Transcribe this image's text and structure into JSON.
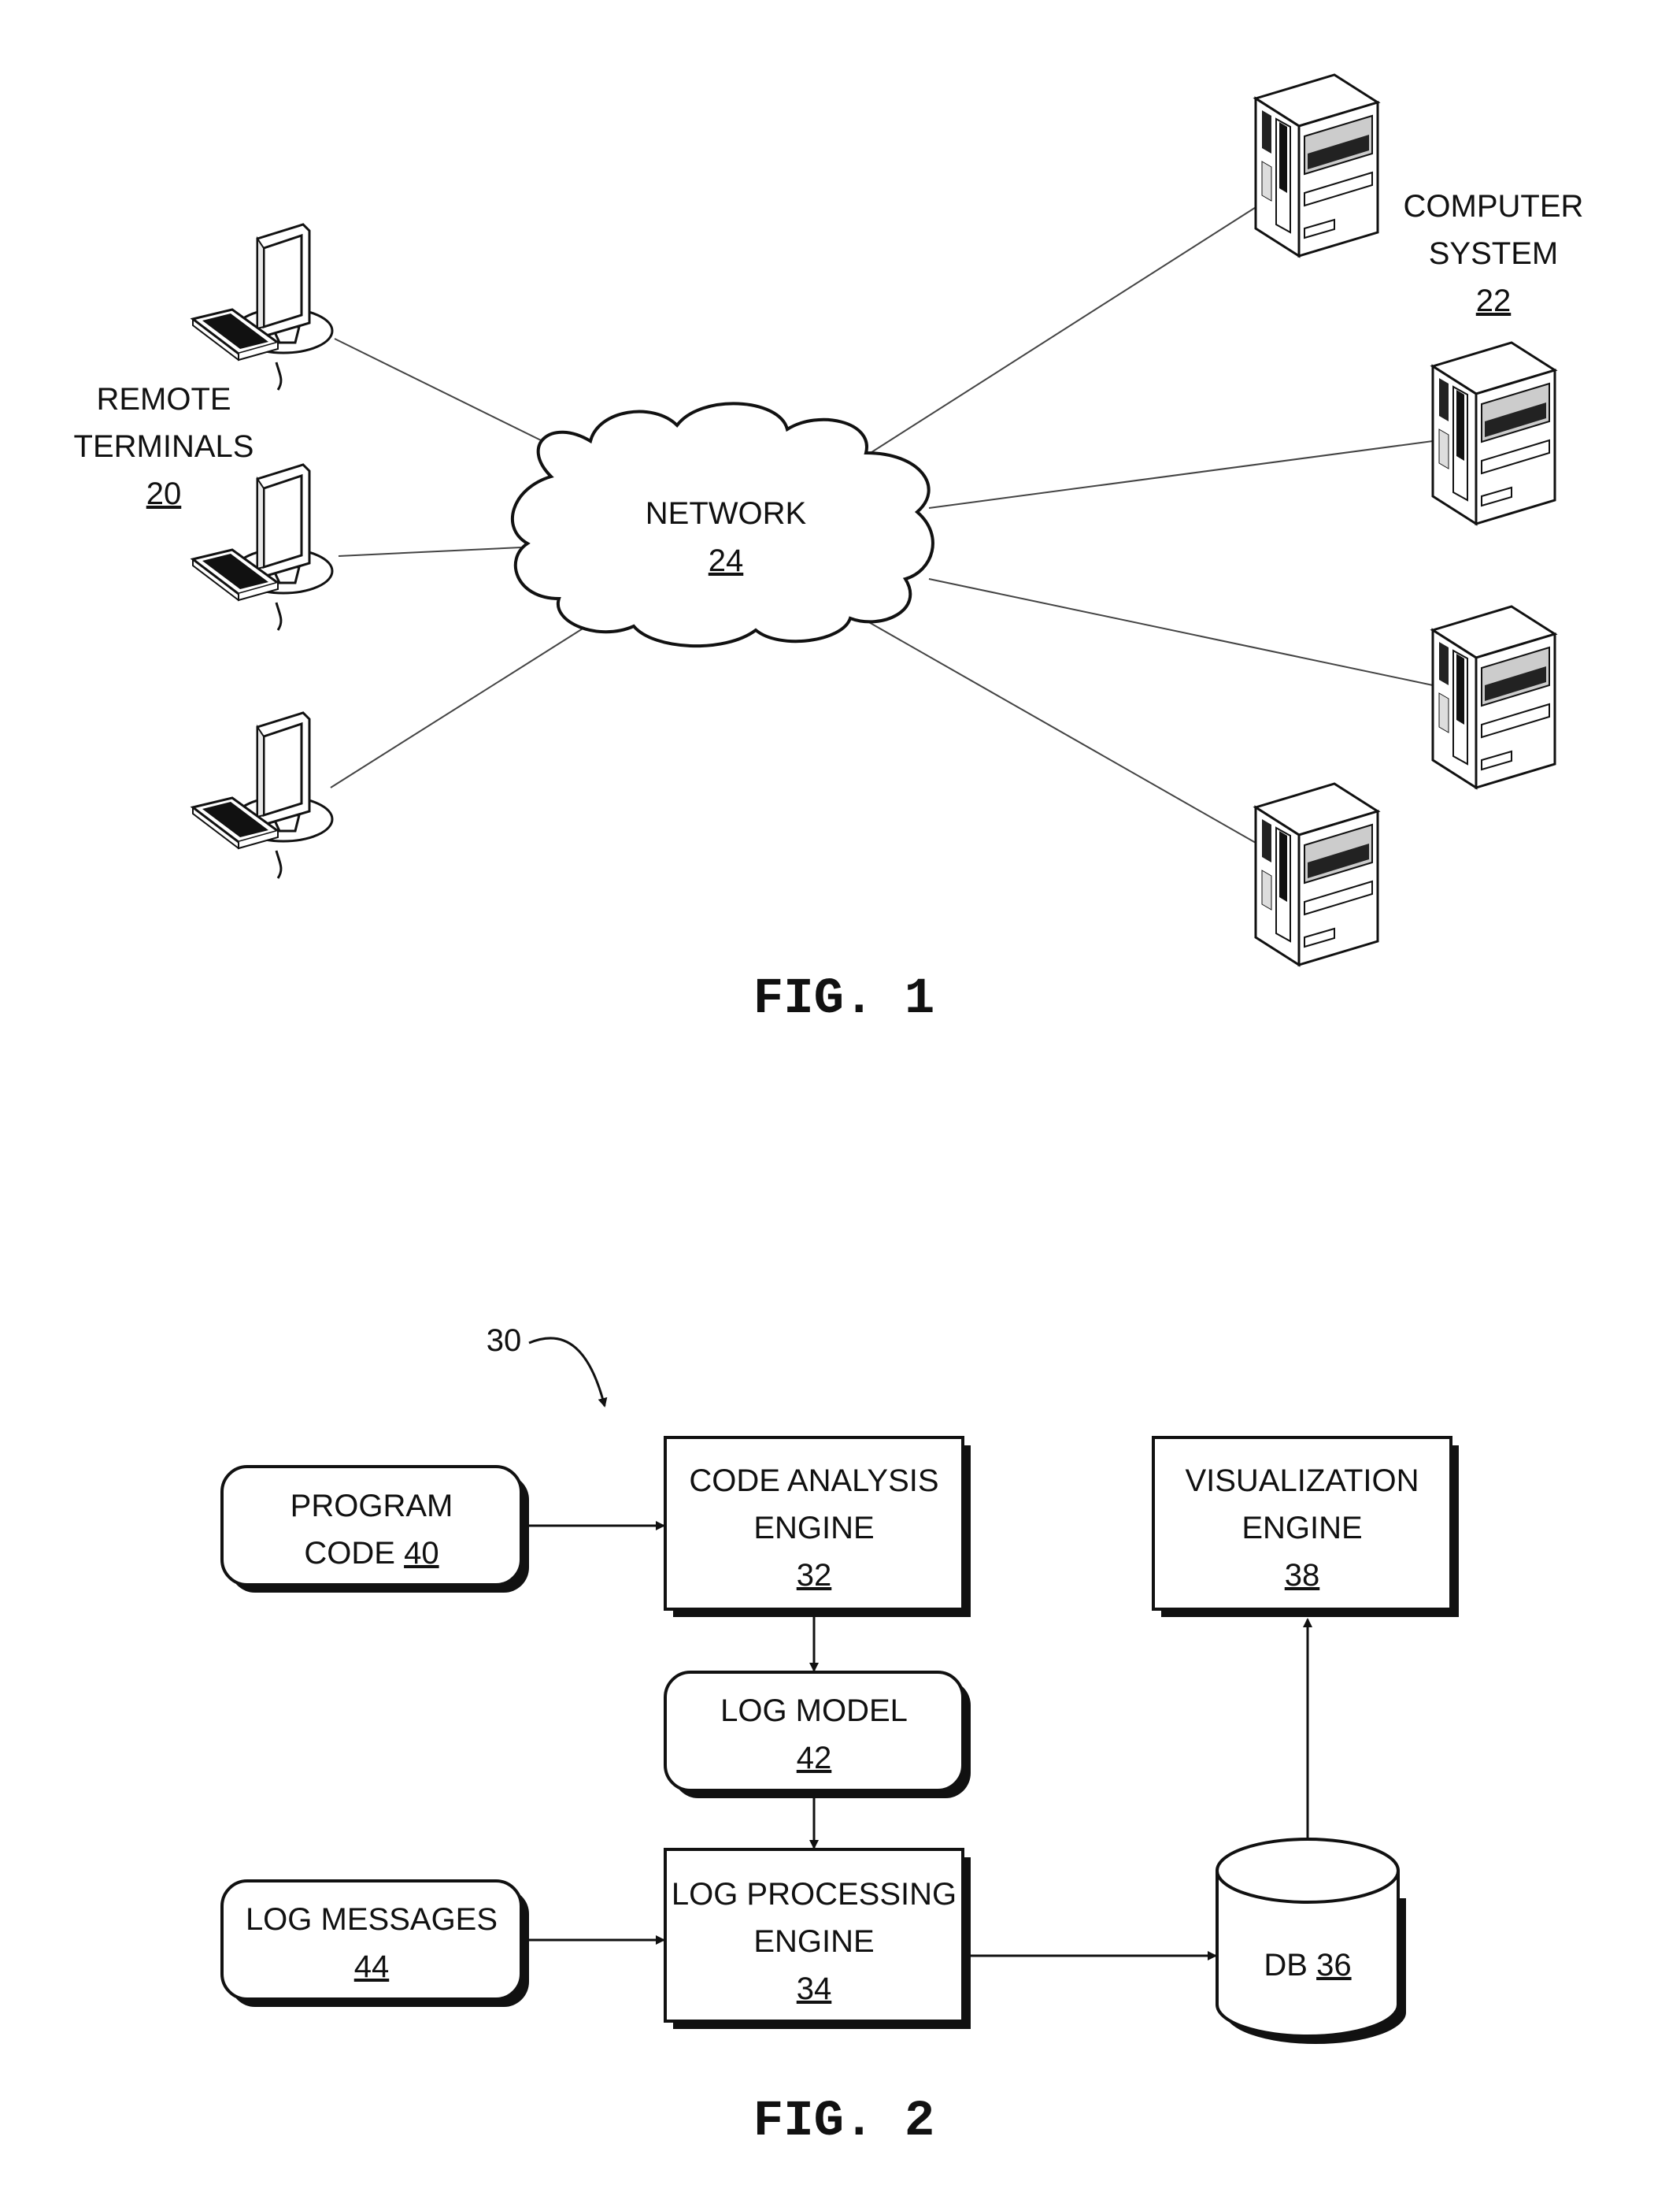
{
  "fig1": {
    "caption": "FIG. 1",
    "remote_terminals": {
      "line1": "REMOTE",
      "line2": "TERMINALS",
      "ref": "20"
    },
    "network": {
      "label": "NETWORK",
      "ref": "24"
    },
    "computer_system": {
      "line1": "COMPUTER",
      "line2": "SYSTEM",
      "ref": "22"
    }
  },
  "fig2": {
    "caption": "FIG. 2",
    "system_ref": "30",
    "program_code": {
      "line1": "PROGRAM",
      "line2": "CODE",
      "ref": "40"
    },
    "code_analysis_engine": {
      "line1": "CODE ANALYSIS",
      "line2": "ENGINE",
      "ref": "32"
    },
    "visualization_engine": {
      "line1": "VISUALIZATION",
      "line2": "ENGINE",
      "ref": "38"
    },
    "log_model": {
      "line1": "LOG MODEL",
      "ref": "42"
    },
    "log_messages": {
      "line1": "LOG MESSAGES",
      "ref": "44"
    },
    "log_processing_engine": {
      "line1": "LOG PROCESSING",
      "line2": "ENGINE",
      "ref": "34"
    },
    "db": {
      "label": "DB",
      "ref": "36"
    }
  }
}
